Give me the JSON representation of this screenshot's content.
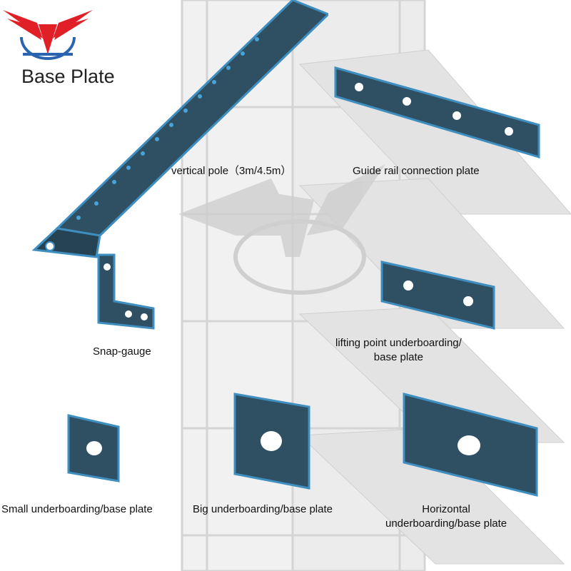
{
  "header": {
    "title": "Base Plate"
  },
  "colors": {
    "plate_face": "#2f4f63",
    "plate_edge": "#3e8ec0",
    "logo_red": "#e11f26",
    "logo_blue": "#2a64b0",
    "background_scaffold": "#d9d9d9"
  },
  "parts": {
    "vertical_pole": "vertical pole（3m/4.5m）",
    "guide_rail_plate": "Guide rail connection plate",
    "snap_gauge": "Snap-gauge",
    "lifting_point_line1": "lifting point underboarding/",
    "lifting_point_line2": "base plate",
    "small_plate": "Small underboarding/base plate",
    "big_plate": "Big underboarding/base plate",
    "horizontal_line1": "Horizontal",
    "horizontal_line2": "underboarding/base plate"
  }
}
